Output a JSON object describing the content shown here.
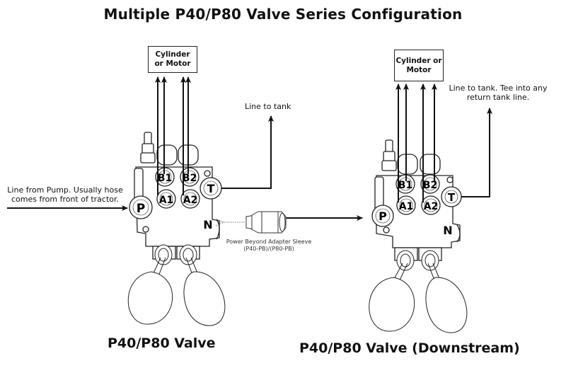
{
  "title": "Multiple P40/P80 Valve Series Configuration",
  "valves": [
    {
      "name": "P40/P80 Valve",
      "actuator_box": "Cylinder or Motor",
      "tank_label": "Line to tank",
      "inlet_label_line1": "Line from Pump. Usually hose",
      "inlet_label_line2": "comes from front of tractor.",
      "ports": {
        "b1": "B1",
        "b2": "B2",
        "a1": "A1",
        "a2": "A2",
        "p": "P",
        "t": "T",
        "n": "N"
      }
    },
    {
      "name": "P40/P80 Valve (Downstream)",
      "actuator_box_line1": "Cylinder or",
      "actuator_box_line2": "Motor",
      "tank_label_line1": "Line to tank. Tee into any",
      "tank_label_line2": "return tank line.",
      "ports": {
        "b1": "B1",
        "b2": "B2",
        "a1": "A1",
        "a2": "A2",
        "p": "P",
        "t": "T",
        "n": "N"
      }
    }
  ],
  "adapter": {
    "label_line1": "Power Beyond Adapter Sleeve",
    "label_line2": "(P40-PB)/(P80-PB)"
  },
  "box1_line1": "Cylinder",
  "box1_line2": "or Motor"
}
